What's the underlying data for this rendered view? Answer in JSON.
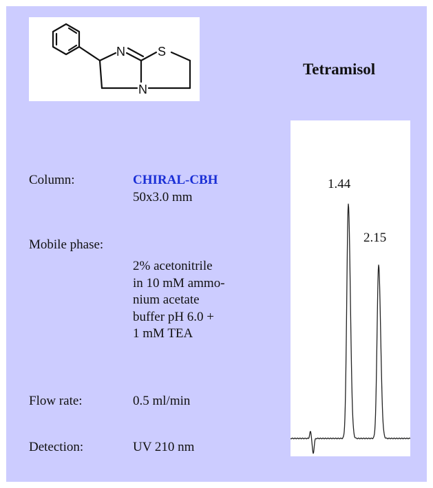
{
  "compound": {
    "name": "Tetramisol",
    "structure_atoms": {
      "n1": "N",
      "s": "S",
      "n2": "N"
    }
  },
  "conditions": {
    "column_label": "Column:",
    "column_brand": "CHIRAL-CBH",
    "column_dims": "50x3.0 mm",
    "mobile_phase_label": "Mobile phase:",
    "mobile_phase_lines": [
      "2% acetonitrile",
      "in 10 mM ammo-",
      "nium acetate",
      "buffer pH 6.0 +",
      "1 mM TEA"
    ],
    "flow_label": "Flow rate:",
    "flow_value": "0.5 ml/min",
    "detection_label": "Detection:",
    "detection_value": "UV 210 nm"
  },
  "chromatogram": {
    "peaks": [
      {
        "label": "1.44",
        "retention_min": 1.44,
        "relative_height": 1.0
      },
      {
        "label": "2.15",
        "retention_min": 2.15,
        "relative_height": 0.74
      }
    ]
  },
  "colors": {
    "panel_bg": "#ccccff",
    "brand": "#1a2fd6",
    "trace": "#222222"
  }
}
